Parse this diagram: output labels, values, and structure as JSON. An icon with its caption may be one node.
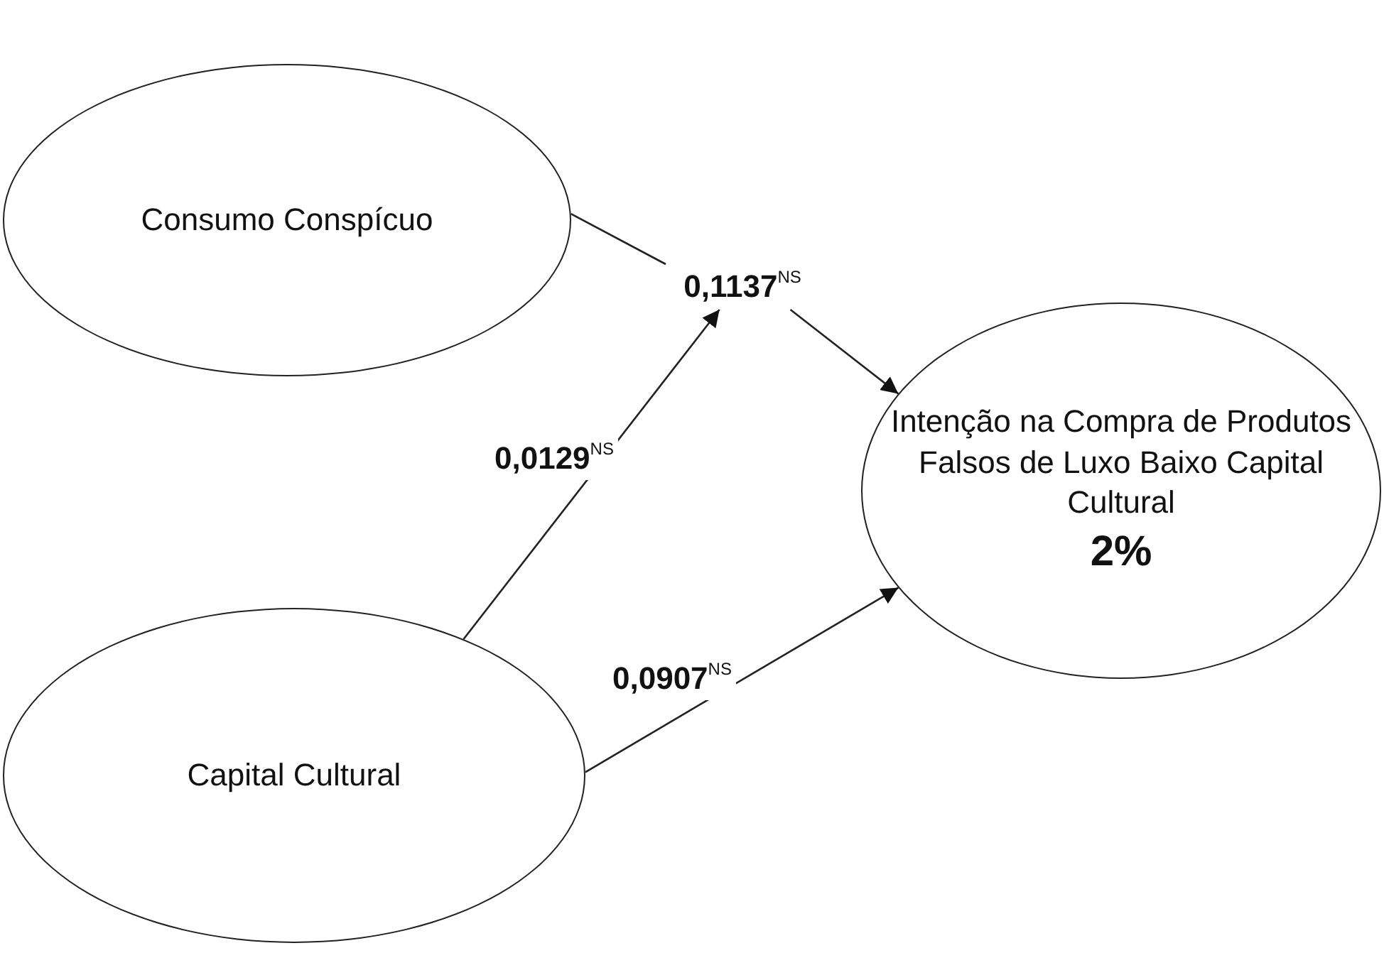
{
  "diagram": {
    "nodes": [
      {
        "text": [
          "Consumo Conspícuo"
        ]
      },
      {
        "text": [
          "0,1137$^{NS}$"
        ]
      },
      {
        "text": [
          "Intenção na Compra de Produtos Falsos de Luxo Baixo Capital Cultural",
          "2%"
        ]
      },
      {
        "text": [
          "Capital Cultural"
        ]
      }
    ],
    "edges": [
      {
        "from": 0,
        "to": 1,
        "arrow": "none"
      },
      {
        "from": 1,
        "to": 2,
        "arrow": "to"
      },
      {
        "from": 3,
        "to": 1,
        "arrow": "to",
        "label": "0,0129$^{NS}$"
      },
      {
        "from": 3,
        "to": 2,
        "arrow": "to",
        "label": "0,0907$^{NS}$"
      }
    ]
  }
}
